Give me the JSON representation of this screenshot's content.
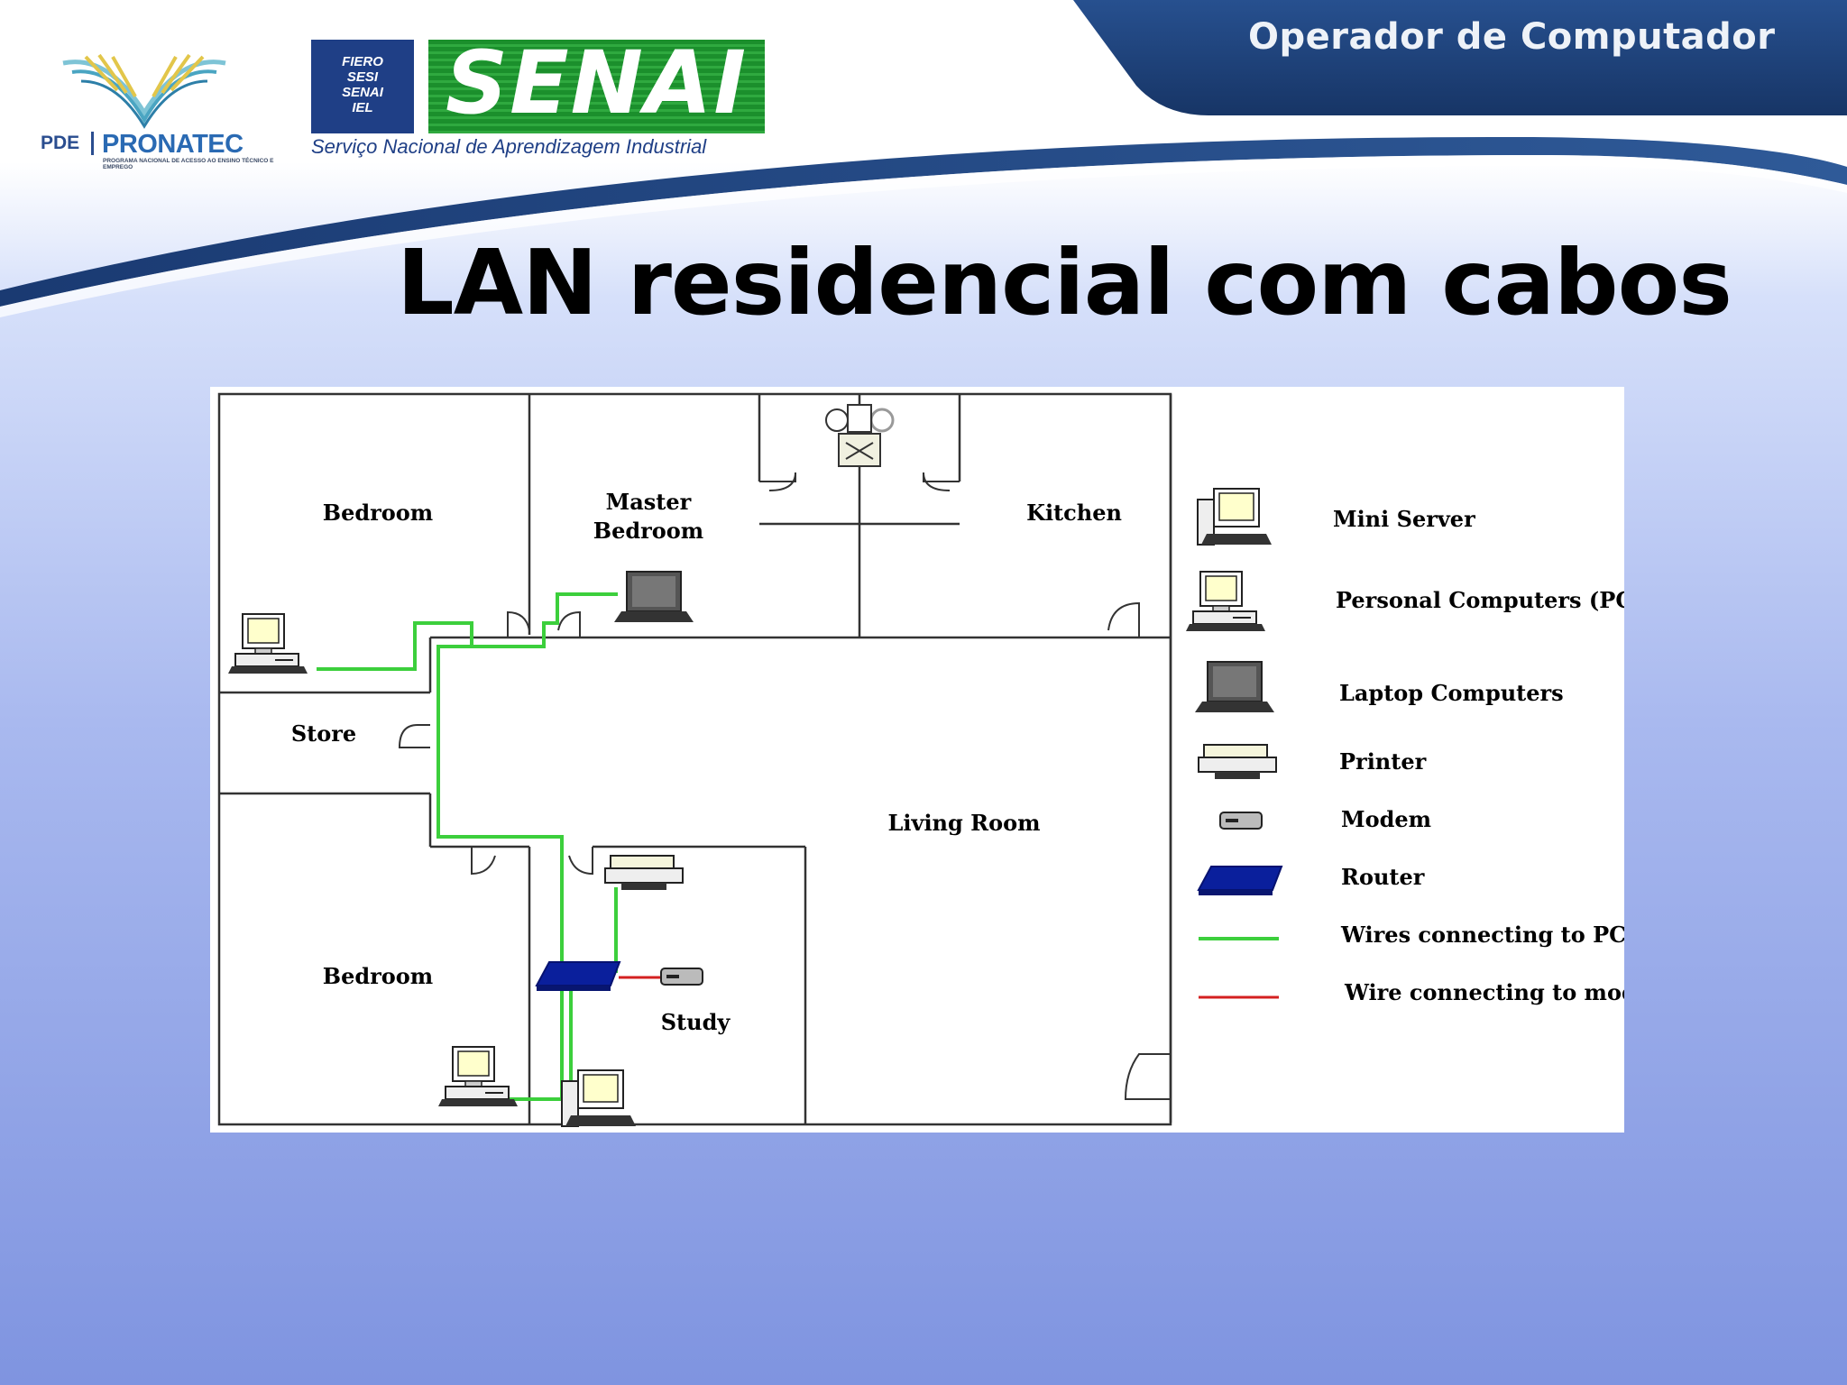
{
  "header": {
    "course_title": "Operador de Computador",
    "slide_title": "LAN residencial com cabos"
  },
  "logos": {
    "pronatec": {
      "pde": "PDE",
      "name": "PRONATEC",
      "tagline": "PROGRAMA NACIONAL DE ACESSO AO ENSINO TÉCNICO E EMPREGO"
    },
    "senai": {
      "box_lines": [
        "FIERO",
        "SESI",
        "SENAI",
        "IEL"
      ],
      "wordmark": "SENAI",
      "subtitle": "Serviço Nacional de Aprendizagem Industrial"
    }
  },
  "diagram": {
    "rooms": {
      "bedroom_top": "Bedroom",
      "master_line1": "Master",
      "master_line2": "Bedroom",
      "kitchen": "Kitchen",
      "store": "Store",
      "living_room": "Living Room",
      "bedroom_bottom": "Bedroom",
      "study": "Study"
    },
    "legend": [
      {
        "icon": "mini-server-icon",
        "label": "Mini Server"
      },
      {
        "icon": "personal-computer-icon",
        "label": "Personal Computers (PCs)"
      },
      {
        "icon": "laptop-icon",
        "label": "Laptop Computers"
      },
      {
        "icon": "printer-icon",
        "label": "Printer"
      },
      {
        "icon": "modem-icon",
        "label": "Modem"
      },
      {
        "icon": "router-icon",
        "label": "Router"
      },
      {
        "icon": "green-wire-line",
        "label": "Wires connecting to PCs"
      },
      {
        "icon": "red-wire-line",
        "label": "Wire connecting to modem"
      }
    ],
    "colors": {
      "wire_pc": "#3ccf3c",
      "wire_modem": "#d42020",
      "router": "#0a1f9c",
      "header_navy": "#1c3a6e"
    }
  }
}
